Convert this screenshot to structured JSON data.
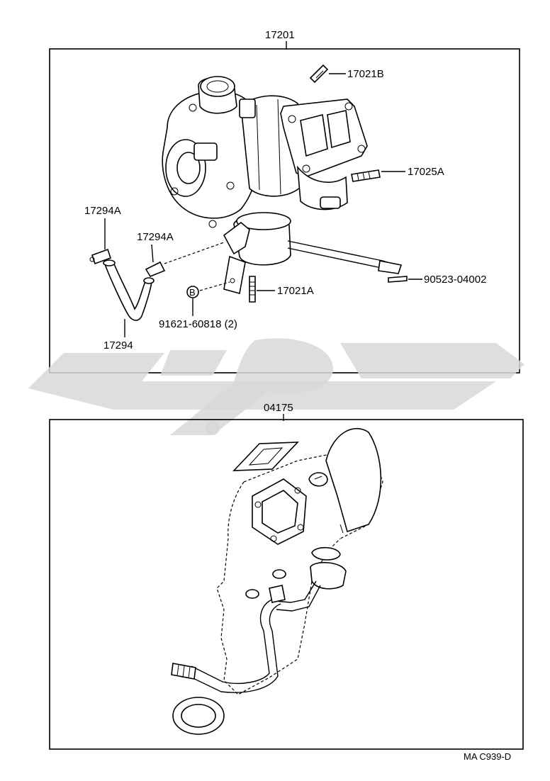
{
  "diagram": {
    "top_assembly": {
      "part_number": "17201",
      "callouts": {
        "stud_top": "17021B",
        "stud_flange": "17025A",
        "clip_left": "17294A",
        "clip_right": "17294A",
        "hose": "17294",
        "bolt": "91621-60818 (2)",
        "bolt_marker": "B",
        "stud_bracket": "17021A",
        "pin": "90523-04002"
      }
    },
    "bottom_assembly": {
      "part_number": "04175"
    },
    "diagram_code": "MA C939-D"
  }
}
